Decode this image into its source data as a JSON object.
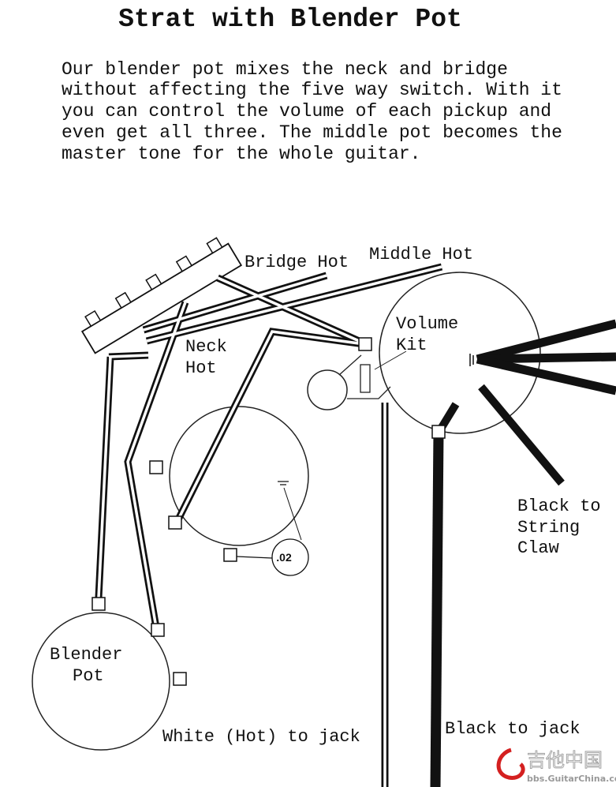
{
  "title": "Strat with Blender Pot",
  "description_lines": [
    "Our blender pot mixes the neck and bridge",
    "without affecting the five way switch. With it",
    "you can control the volume of each pickup and",
    "even get all three. The middle pot becomes the",
    "master tone for the whole guitar."
  ],
  "labels": {
    "bridge_hot": "Bridge Hot",
    "middle_hot": "Middle Hot",
    "neck_hot_1": "Neck",
    "neck_hot_2": "Hot",
    "volume_kit_1": "Volume",
    "volume_kit_2": "Kit",
    "black_claw_1": "Black to",
    "black_claw_2": "String",
    "black_claw_3": "Claw",
    "blender_pot_1": "Blender",
    "blender_pot_2": "Pot",
    "white_hot_jack": "White (Hot) to jack",
    "black_jack": "Black to jack",
    "capacitor": ".02"
  },
  "watermark": {
    "cn": "吉他中国",
    "site": "bbs.GuitarChina.com",
    "color": "#d42020"
  }
}
